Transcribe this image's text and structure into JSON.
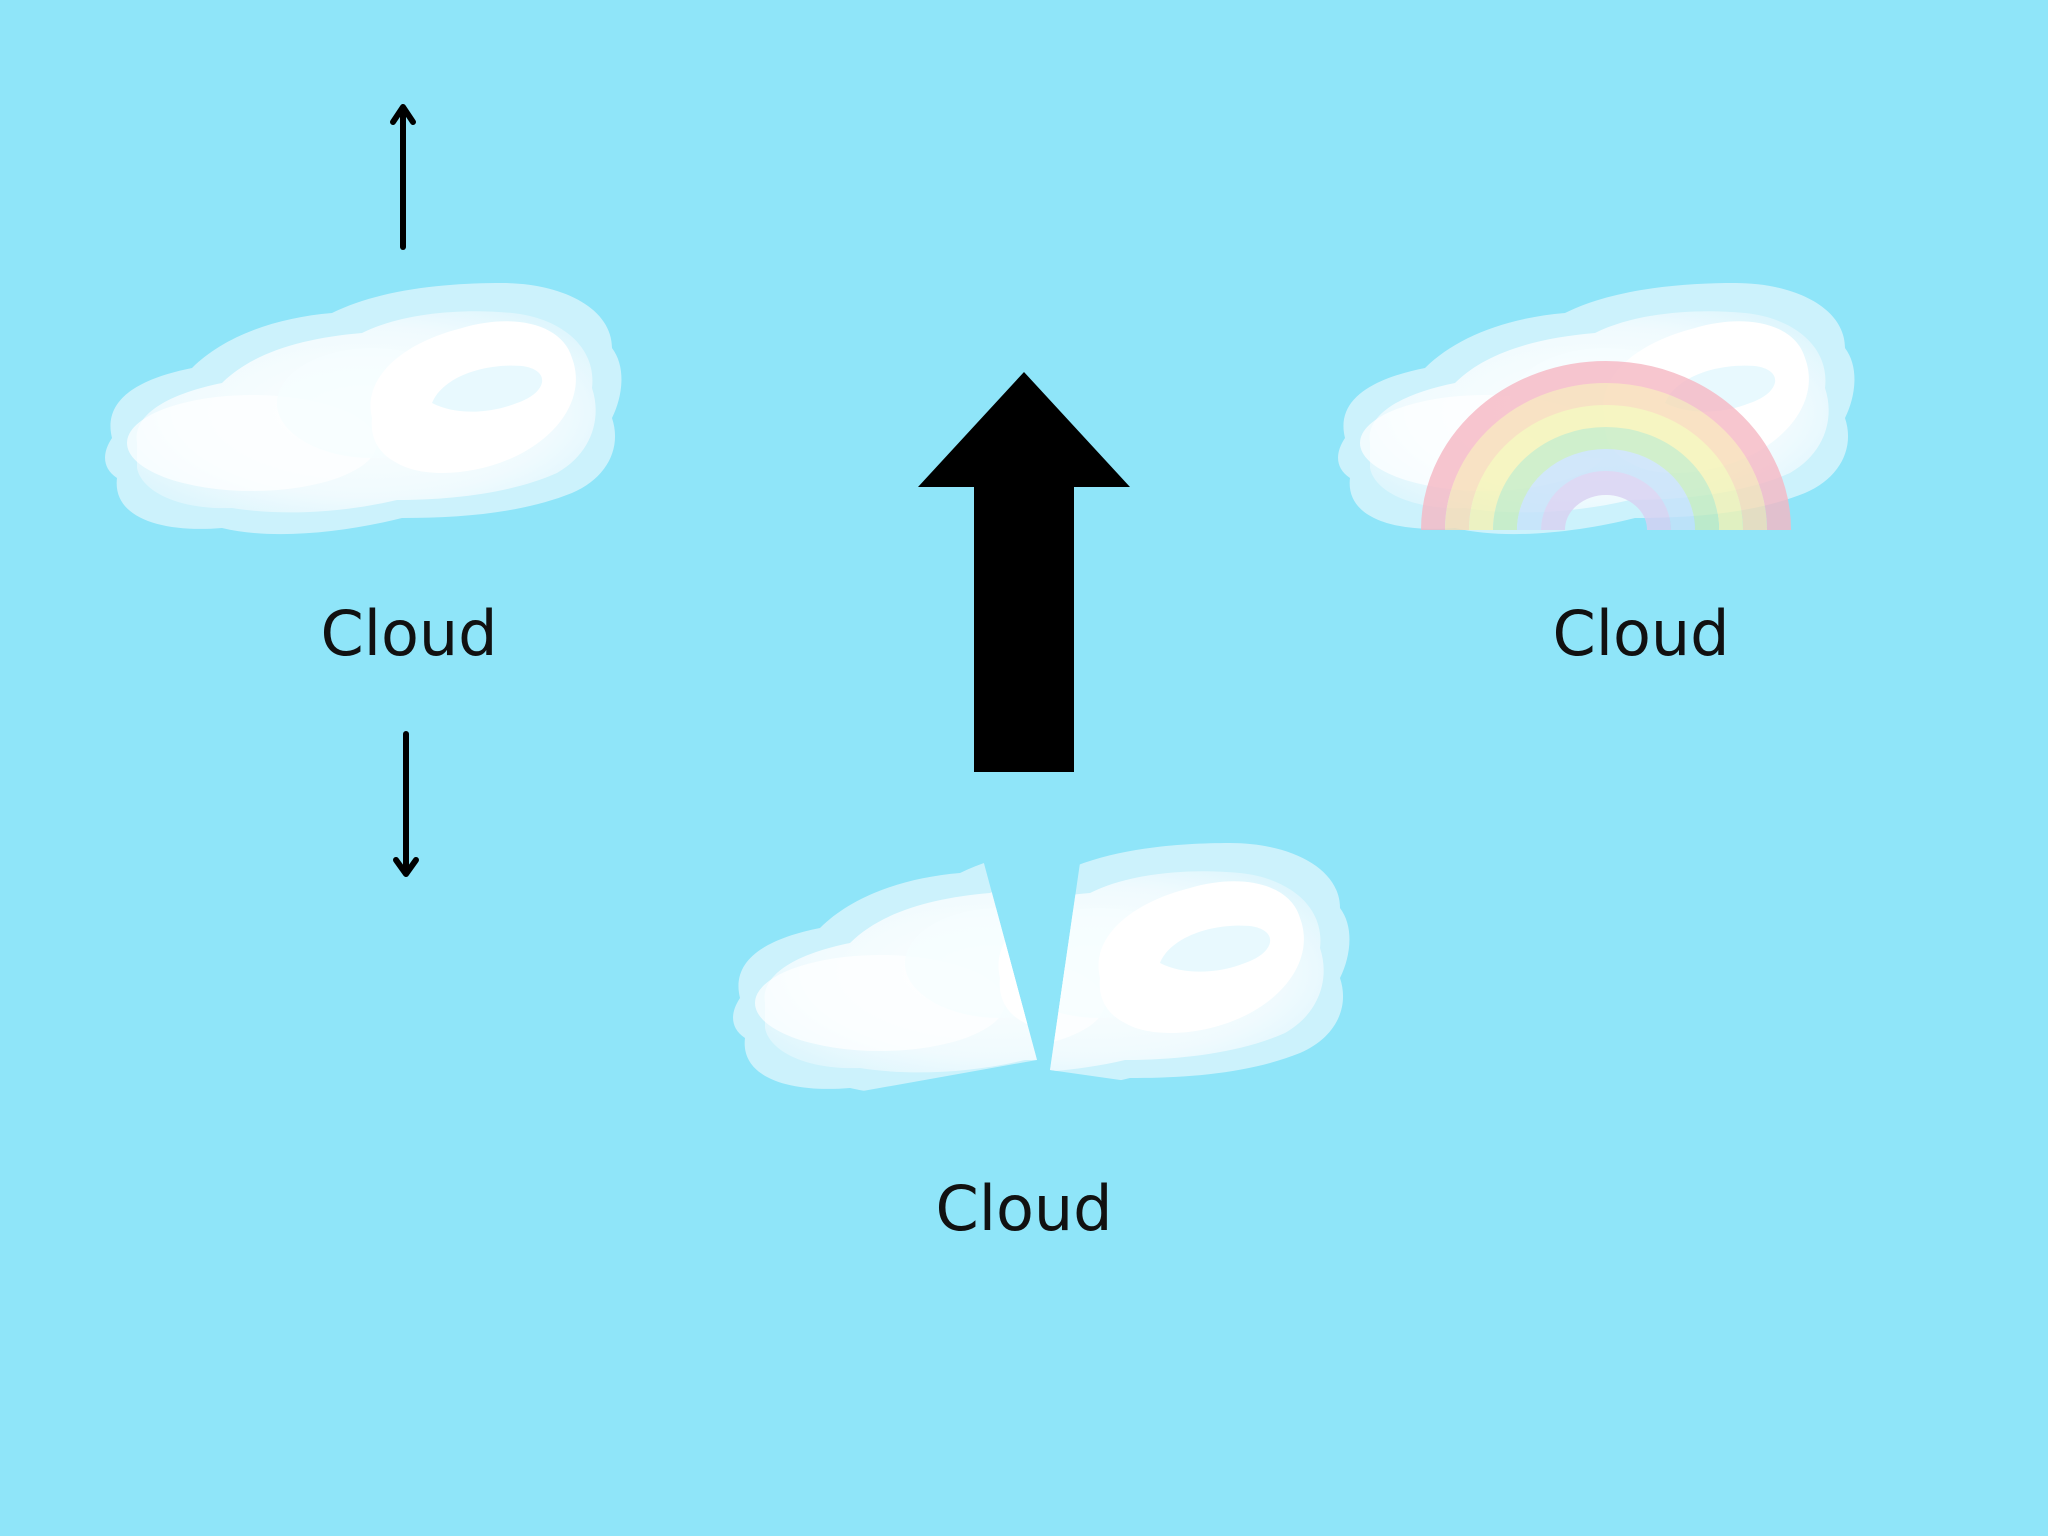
{
  "diagram": {
    "clouds": [
      {
        "id": "top-left",
        "label": "Cloud",
        "variant": "plain",
        "arrows": [
          "up",
          "down"
        ]
      },
      {
        "id": "top-right",
        "label": "Cloud",
        "variant": "with-rainbow"
      },
      {
        "id": "bottom-center",
        "label": "Cloud",
        "variant": "split"
      }
    ],
    "center_arrow": {
      "direction": "up",
      "style": "bold-block"
    }
  },
  "colors": {
    "background": "#8fe5f9",
    "cloud_outer": "#d5f4fd",
    "cloud_inner": "#ffffff",
    "arrow": "#000000",
    "label": "#111111",
    "rainbow": [
      "#f7c6cf",
      "#f8dfbf",
      "#f7f4c4",
      "#d2f0c8",
      "#cfe7fb",
      "#ddd6f3"
    ]
  },
  "icons": {
    "cloud": "cloud-icon",
    "rainbow": "rainbow-icon",
    "arrow_up": "arrow-up-icon",
    "arrow_down": "arrow-down-icon"
  }
}
